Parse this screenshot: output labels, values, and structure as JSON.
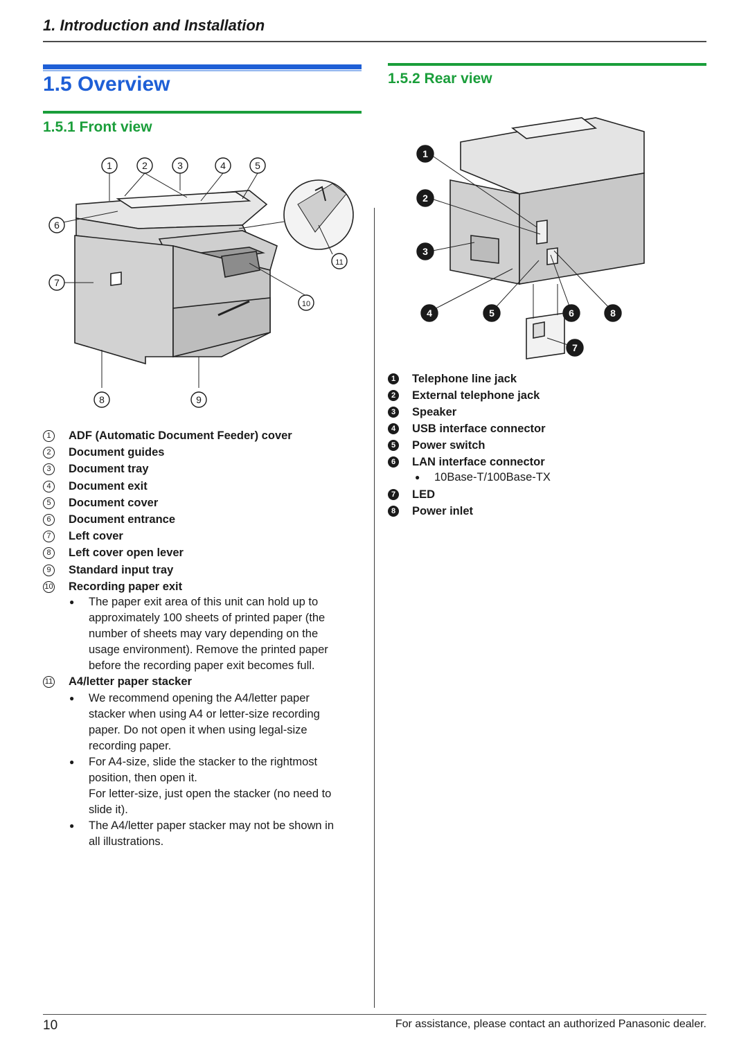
{
  "header": {
    "chapter": "1. Introduction and Installation"
  },
  "overview": {
    "title": "1.5 Overview"
  },
  "front": {
    "title": "1.5.1 Front view",
    "callouts": [
      "1",
      "2",
      "3",
      "4",
      "5",
      "6",
      "7",
      "8",
      "9",
      "10",
      "11"
    ],
    "items": [
      {
        "n": "1",
        "label": "ADF (Automatic Document Feeder) cover"
      },
      {
        "n": "2",
        "label": "Document guides"
      },
      {
        "n": "3",
        "label": "Document tray"
      },
      {
        "n": "4",
        "label": "Document exit"
      },
      {
        "n": "5",
        "label": "Document cover"
      },
      {
        "n": "6",
        "label": "Document entrance"
      },
      {
        "n": "7",
        "label": "Left cover"
      },
      {
        "n": "8",
        "label": "Left cover open lever"
      },
      {
        "n": "9",
        "label": "Standard input tray"
      },
      {
        "n": "10",
        "label": "Recording paper exit"
      }
    ],
    "recording_note": [
      "The paper exit area of this unit can hold up to",
      "approximately 100 sheets of printed paper (the",
      "number of sheets may vary depending on the",
      "usage environment). Remove the printed paper",
      "before the recording paper exit becomes full."
    ],
    "stacker": {
      "n": "11",
      "label": "A4/letter paper stacker"
    },
    "stacker_note1": [
      "We recommend opening the A4/letter paper",
      "stacker when using A4 or letter-size recording",
      "paper. Do not open it when using legal-size",
      "recording paper."
    ],
    "stacker_note2": [
      "For A4-size, slide the stacker to the rightmost",
      "position, then open it."
    ],
    "stacker_note2b": [
      "For letter-size, just open the stacker (no need to",
      "slide it)."
    ],
    "stacker_note3": [
      "The A4/letter paper stacker may not be shown in",
      "all illustrations."
    ]
  },
  "rear": {
    "title": "1.5.2 Rear view",
    "callouts": [
      "1",
      "2",
      "3",
      "4",
      "5",
      "6",
      "7",
      "8"
    ],
    "items": [
      {
        "n": "1",
        "label": "Telephone line jack"
      },
      {
        "n": "2",
        "label": "External telephone jack"
      },
      {
        "n": "3",
        "label": "Speaker"
      },
      {
        "n": "4",
        "label": "USB interface connector"
      },
      {
        "n": "5",
        "label": "Power switch"
      },
      {
        "n": "6",
        "label": "LAN interface connector"
      }
    ],
    "lan_note": "10Base-T/100Base-TX",
    "items2": [
      {
        "n": "7",
        "label": "LED"
      },
      {
        "n": "8",
        "label": "Power inlet"
      }
    ]
  },
  "footer": {
    "page": "10",
    "text": "For assistance, please contact an authorized Panasonic dealer."
  }
}
